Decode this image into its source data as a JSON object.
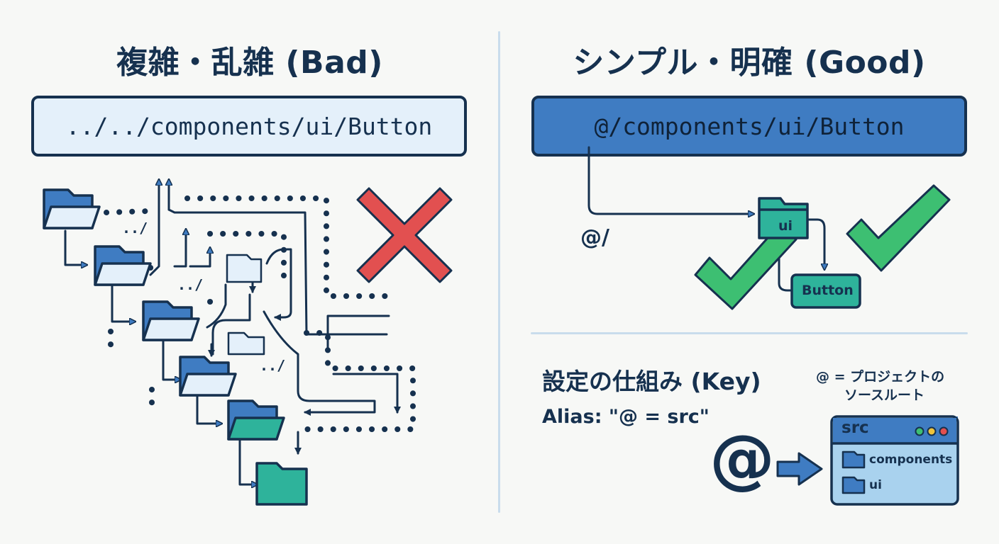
{
  "bad": {
    "title": "複雑・乱雑 (Bad)",
    "path": "../../components/ui/Button",
    "relative_labels": [
      "../",
      "../",
      "../"
    ],
    "status_icon": "red-cross-icon"
  },
  "good": {
    "title": "シンプル・明確 (Good)",
    "path": "@/components/ui/Button",
    "alias_label": "@/",
    "nodes": {
      "ui": "ui",
      "button": "Button"
    },
    "status_icon": "green-check-icon"
  },
  "key": {
    "heading": "設定の仕組み (Key)",
    "alias": "Alias: \"@ = src\"",
    "note_line1": "@ = プロジェクトの",
    "note_line2": "ソースルート",
    "at_symbol": "@",
    "window": {
      "title": "src",
      "items": [
        "components",
        "ui"
      ]
    }
  },
  "colors": {
    "navy": "#16314f",
    "light_blue": "#e4f0fa",
    "accent_blue": "#3f7cc2",
    "teal": "#2eb39b",
    "green_check": "#3dbf72",
    "red_cross": "#e25050"
  }
}
